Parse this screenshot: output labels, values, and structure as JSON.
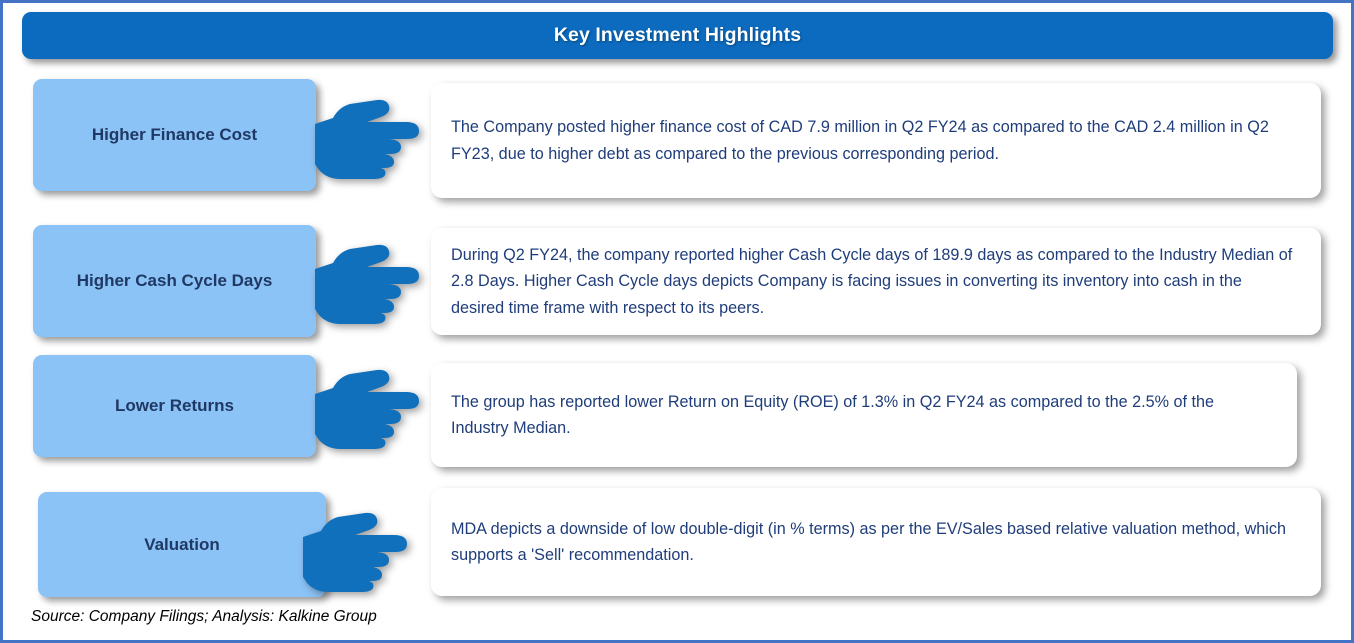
{
  "frame": {
    "border_color": "#4472C4",
    "background": "#ffffff"
  },
  "header": {
    "title": "Key Investment Highlights",
    "background_color": "#0C6BBF",
    "text_color": "#ffffff"
  },
  "colors": {
    "label_box": "#8CC3F7",
    "label_text": "#1F3864",
    "body_text": "#1F3D7A",
    "hand_icon": "#1070BC",
    "card_background": "#ffffff"
  },
  "rows": [
    {
      "label": "Higher Finance Cost",
      "icon": "pointing-right-hand-icon",
      "text": "The  Company posted higher finance cost of CAD 7.9 million in Q2 FY24 as compared to the CAD 2.4 million in Q2 FY23, due to higher debt as compared to the previous corresponding period."
    },
    {
      "label": "Higher Cash Cycle Days",
      "icon": "pointing-right-hand-icon",
      "text": "During Q2 FY24, the company reported   higher Cash Cycle days of 189.9 days as compared to the Industry Median of 2.8 Days.  Higher Cash Cycle days depicts Company is facing issues in converting its inventory into cash in the desired time frame with respect to its peers."
    },
    {
      "label": "Lower Returns",
      "icon": "pointing-right-hand-icon",
      "text": "The group has reported  lower Return on Equity (ROE) of 1.3% in Q2 FY24 as compared to the 2.5% of the Industry Median."
    },
    {
      "label": "Valuation",
      "icon": "pointing-right-hand-icon",
      "text": "MDA depicts a downside of low double-digit (in % terms) as per the EV/Sales based relative valuation method, which supports a 'Sell' recommendation."
    }
  ],
  "footer": {
    "source": "Source: Company Filings; Analysis: Kalkine Group"
  }
}
